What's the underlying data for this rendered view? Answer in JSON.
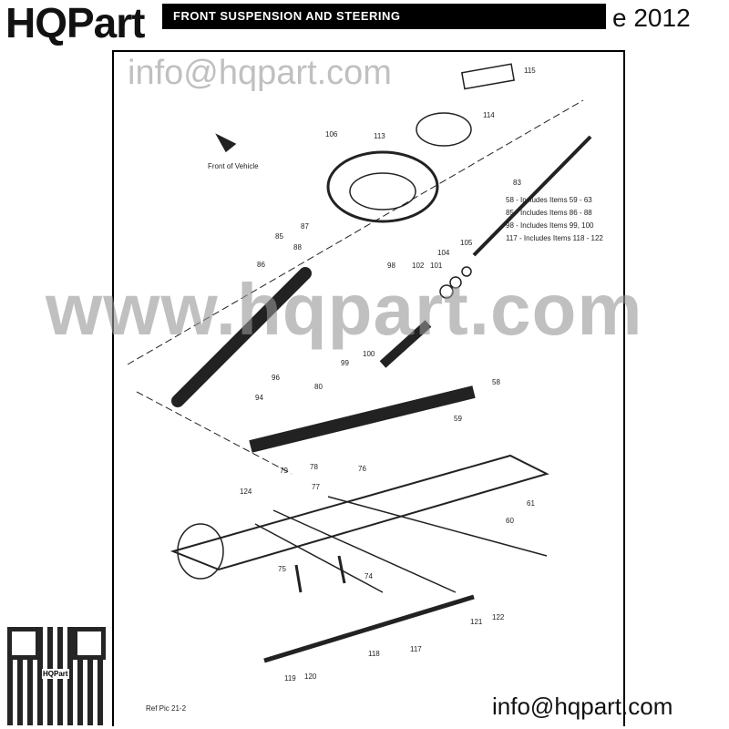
{
  "header": {
    "logo": "HQPart",
    "title": "FRONT SUSPENSION AND STEERING",
    "year_suffix": "e 2012"
  },
  "diagram": {
    "front_label": "Front of Vehicle",
    "ref": "Ref Pic 21-2",
    "callouts": [
      "115",
      "114",
      "106",
      "113",
      "83",
      "87",
      "85",
      "88",
      "86",
      "105",
      "104",
      "101",
      "102",
      "98",
      "100",
      "99",
      "96",
      "94",
      "80",
      "58",
      "59",
      "78",
      "79",
      "76",
      "77",
      "124",
      "61",
      "60",
      "75",
      "74",
      "121",
      "122",
      "117",
      "118",
      "119",
      "120"
    ],
    "notes": [
      "58 - Includes Items 59 - 63",
      "85 - Includes Items 86 - 88",
      "98 - Includes Items 99, 100",
      "117 - Includes Items 118 - 122"
    ]
  },
  "watermark": {
    "main": "www.hqpart.com",
    "email": "info@hqpart.com"
  },
  "footer": {
    "email": "info@hqpart.com",
    "qr_label": "HQPart"
  }
}
